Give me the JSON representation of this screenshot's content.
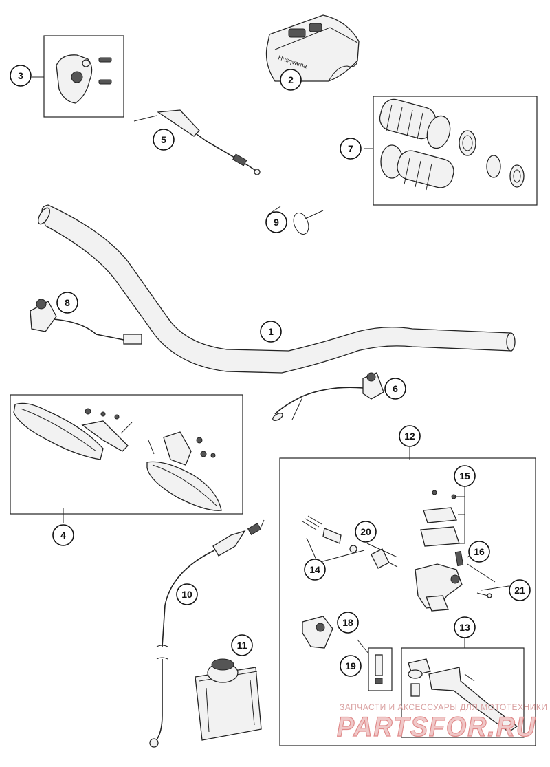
{
  "callouts": [
    {
      "id": "1",
      "label": "1"
    },
    {
      "id": "2",
      "label": "2"
    },
    {
      "id": "3",
      "label": "3"
    },
    {
      "id": "4",
      "label": "4"
    },
    {
      "id": "5",
      "label": "5"
    },
    {
      "id": "6",
      "label": "6"
    },
    {
      "id": "7",
      "label": "7"
    },
    {
      "id": "8",
      "label": "8"
    },
    {
      "id": "9",
      "label": "9"
    },
    {
      "id": "10",
      "label": "10"
    },
    {
      "id": "11",
      "label": "11"
    },
    {
      "id": "12",
      "label": "12"
    },
    {
      "id": "13",
      "label": "13"
    },
    {
      "id": "14",
      "label": "14"
    },
    {
      "id": "15",
      "label": "15"
    },
    {
      "id": "16",
      "label": "16"
    },
    {
      "id": "18",
      "label": "18"
    },
    {
      "id": "19",
      "label": "19"
    },
    {
      "id": "20",
      "label": "20"
    },
    {
      "id": "21",
      "label": "21"
    }
  ],
  "watermark": {
    "tagline": "ЗАПЧАСТИ И АКСЕССУАРЫ ДЛЯ МОТОТЕХНИКИ",
    "logo": "PARTSFOR.RU"
  },
  "colors": {
    "ink": "#222222",
    "watermark_fill": "#f0c8c8",
    "watermark_stroke": "#e08a8a"
  }
}
